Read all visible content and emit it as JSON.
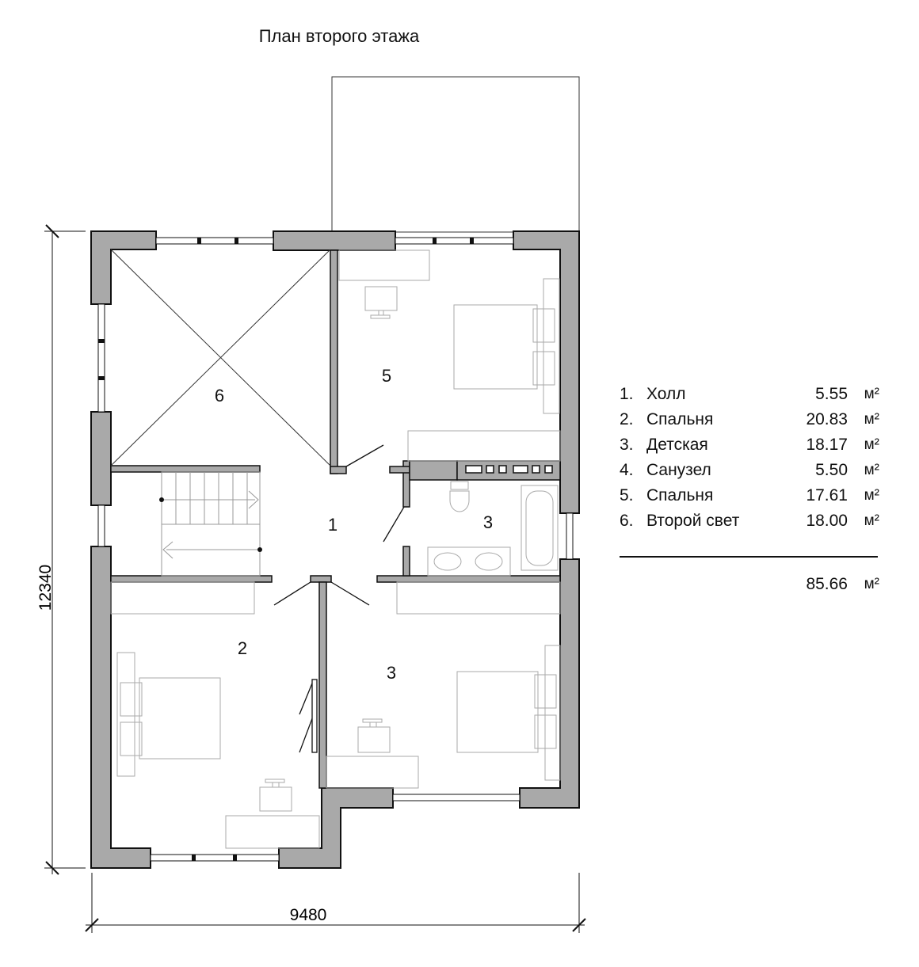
{
  "title": "План второго этажа",
  "dimensions": {
    "height": "12340",
    "width": "9480"
  },
  "room_labels": {
    "r1": "1",
    "r2": "2",
    "r3a": "3",
    "r3b": "3",
    "r5": "5",
    "r6": "6"
  },
  "legend": {
    "unit": "м²",
    "items": [
      {
        "num": "1.",
        "name": "Холл",
        "area": "5.55"
      },
      {
        "num": "2.",
        "name": "Спальня",
        "area": "20.83"
      },
      {
        "num": "3.",
        "name": "Детская",
        "area": "18.17"
      },
      {
        "num": "4.",
        "name": "Санузел",
        "area": "5.50"
      },
      {
        "num": "5.",
        "name": "Спальня",
        "area": "17.61"
      },
      {
        "num": "6.",
        "name": "Второй свет",
        "area": "18.00"
      }
    ],
    "total": "85.66"
  },
  "colors": {
    "wall": "#a9a9a9",
    "wall_stroke": "#111111",
    "furniture": "#cccccc"
  }
}
